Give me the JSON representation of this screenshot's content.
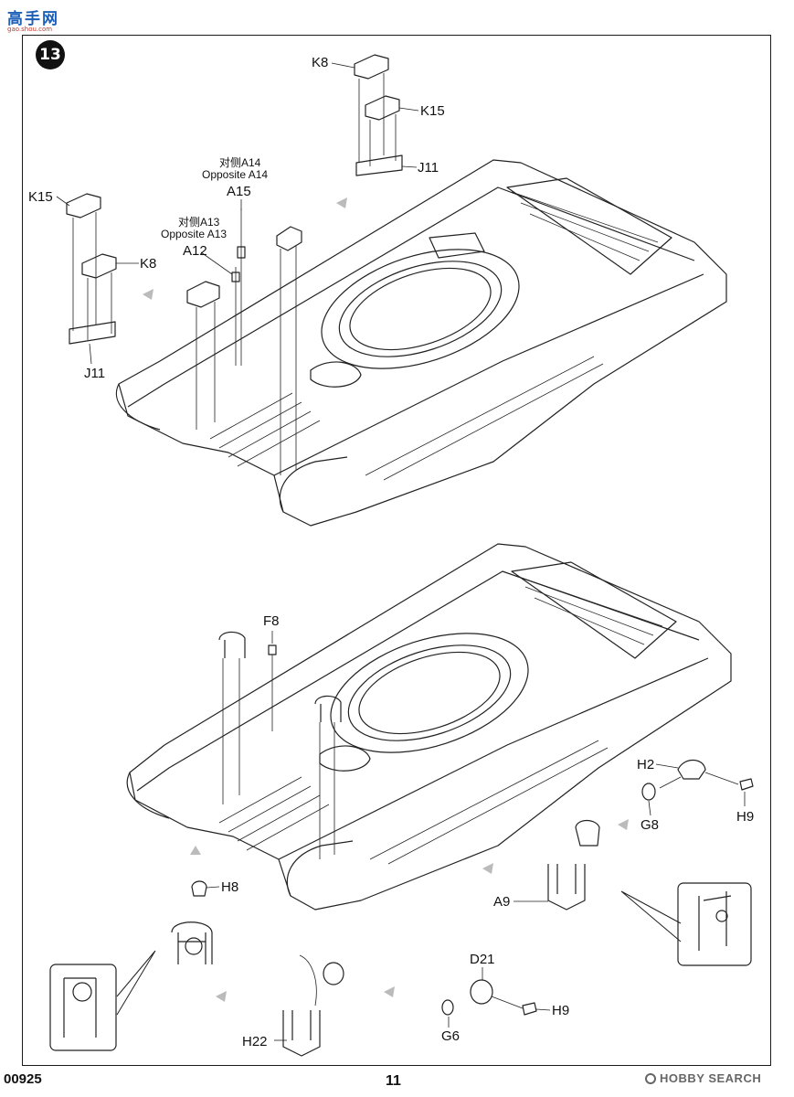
{
  "header": {
    "logo_text": "高手网",
    "logo_url": "gao.shou.com",
    "step_number": "13"
  },
  "parts": {
    "k8_top": "K8",
    "k15_top": "K15",
    "j11_top": "J11",
    "k15_left": "K15",
    "k8_left": "K8",
    "j11_left": "J11",
    "a14_cn": "对侧A14",
    "a14_en": "Opposite A14",
    "a15": "A15",
    "a13_cn": "对侧A13",
    "a13_en": "Opposite A13",
    "a12": "A12",
    "f8": "F8",
    "h2": "H2",
    "g8": "G8",
    "h9_right": "H9",
    "h8": "H8",
    "a9": "A9",
    "d21": "D21",
    "h9_bottom": "H9",
    "g6": "G6",
    "h22": "H22"
  },
  "footer": {
    "code": "00925",
    "page": "11",
    "watermark": "HOBBY SEARCH"
  },
  "icons": [
    "hobby-search-logo-icon",
    "step-number-badge"
  ]
}
